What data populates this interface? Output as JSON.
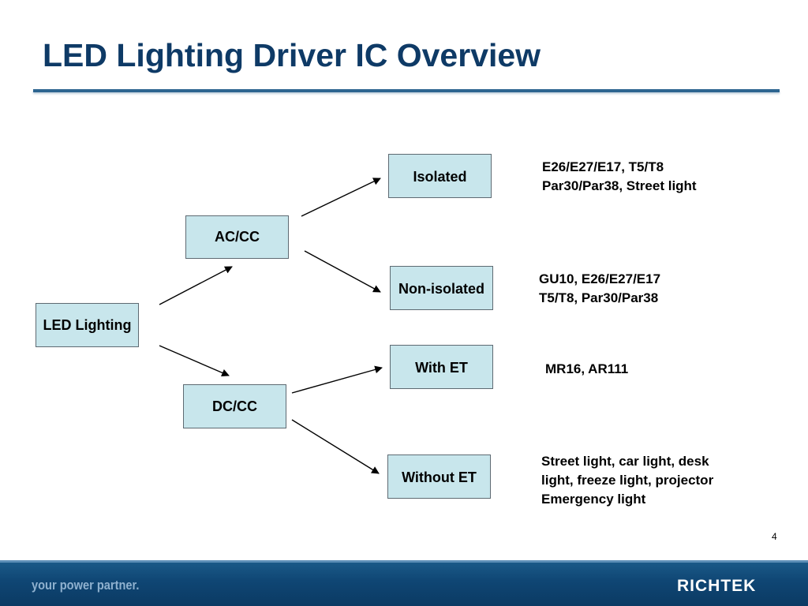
{
  "slide": {
    "title": "LED Lighting Driver IC Overview",
    "page_number": "4"
  },
  "nodes": {
    "led_lighting": "LED Lighting",
    "ac_cc": "AC/CC",
    "dc_cc": "DC/CC",
    "isolated": "Isolated",
    "non_isolated": "Non-isolated",
    "with_et": "With ET",
    "without_et": "Without ET"
  },
  "notes": {
    "isolated": [
      "E26/E27/E17, T5/T8",
      "Par30/Par38, Street light"
    ],
    "non_isolated": [
      "GU10, E26/E27/E17",
      "T5/T8, Par30/Par38"
    ],
    "with_et": [
      "MR16, AR111"
    ],
    "without_et": [
      "Street light, car light, desk",
      "light, freeze light, projector",
      "Emergency light"
    ]
  },
  "footer": {
    "tagline": "your power partner.",
    "brand": "RICHTEK"
  },
  "colors": {
    "title": "#0e3a66",
    "node_fill": "#c8e6ec",
    "footer": "#0f4674"
  }
}
